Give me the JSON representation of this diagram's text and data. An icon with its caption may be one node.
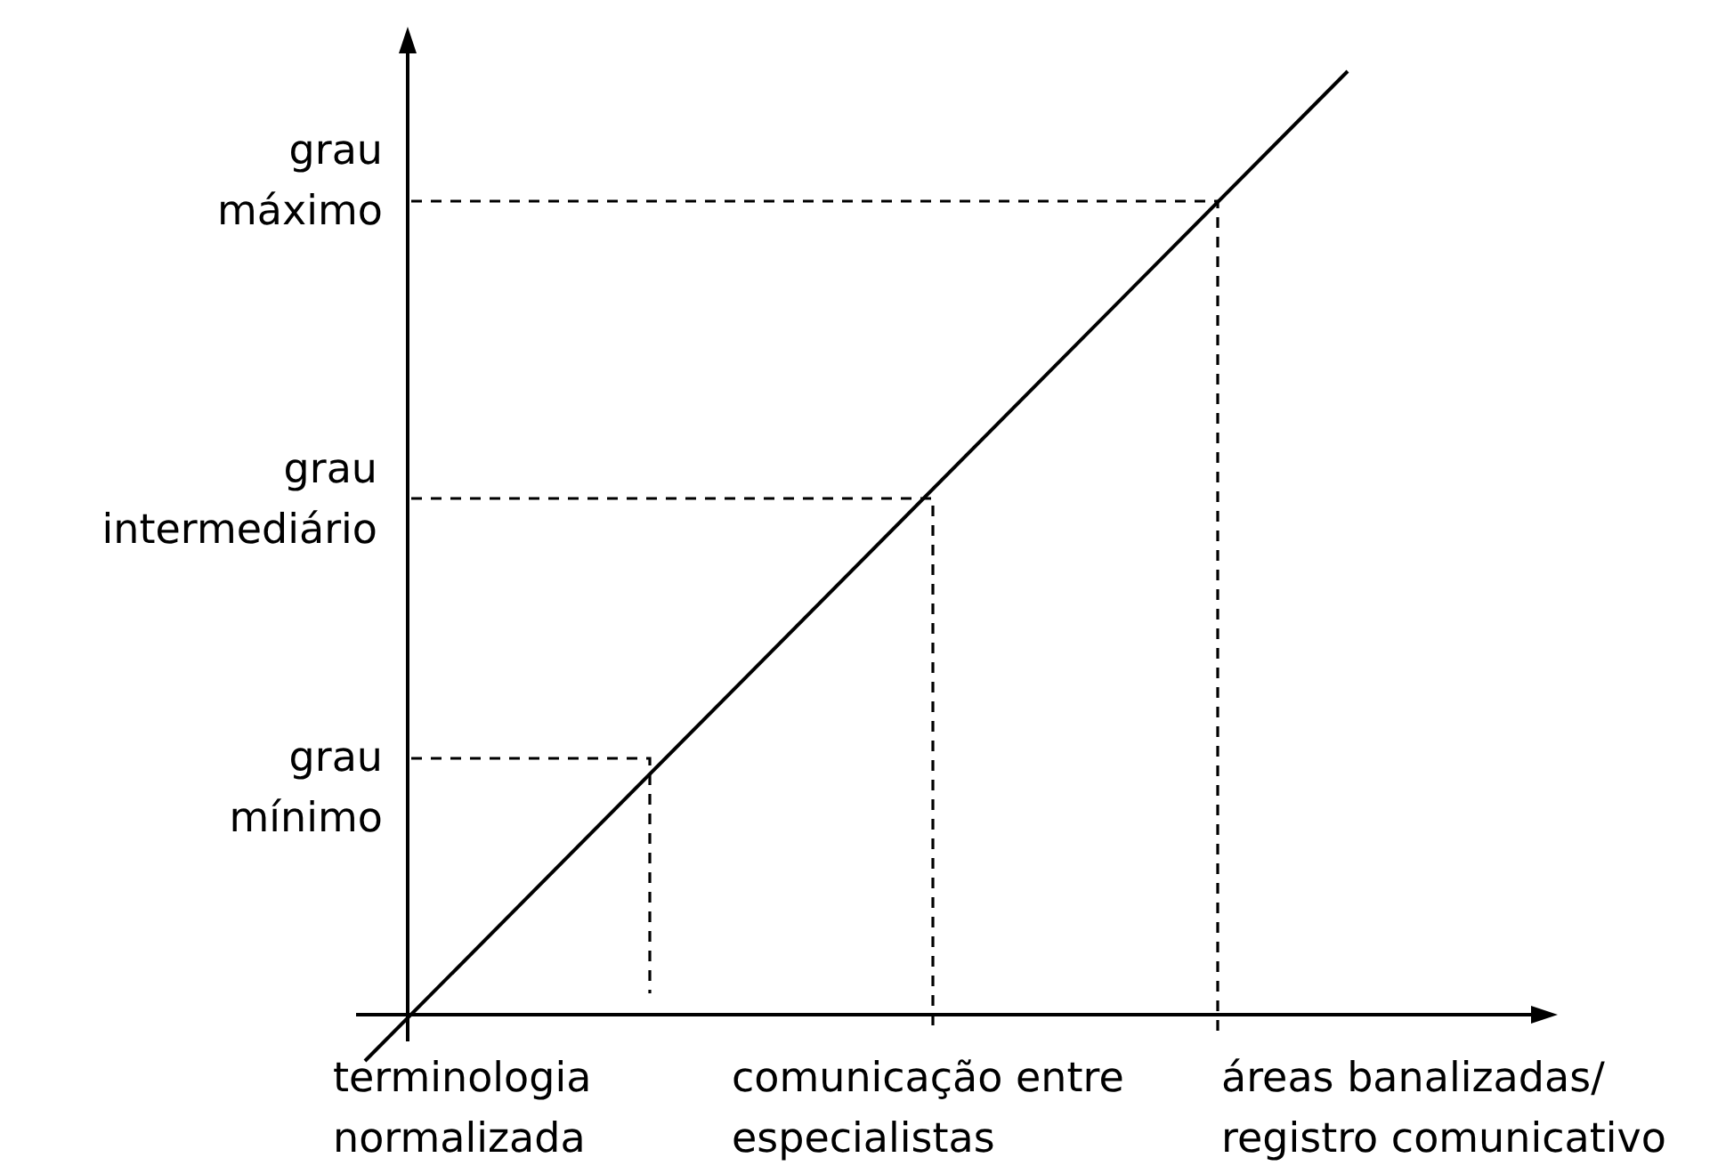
{
  "diagram": {
    "labels": [
      "grau máximo",
      "grau intermediário",
      "grau mínimo",
      "terminologia normalizada",
      "comunicação entre especialistas",
      "áreas banalizadas/ registro comunicativo"
    ]
  }
}
